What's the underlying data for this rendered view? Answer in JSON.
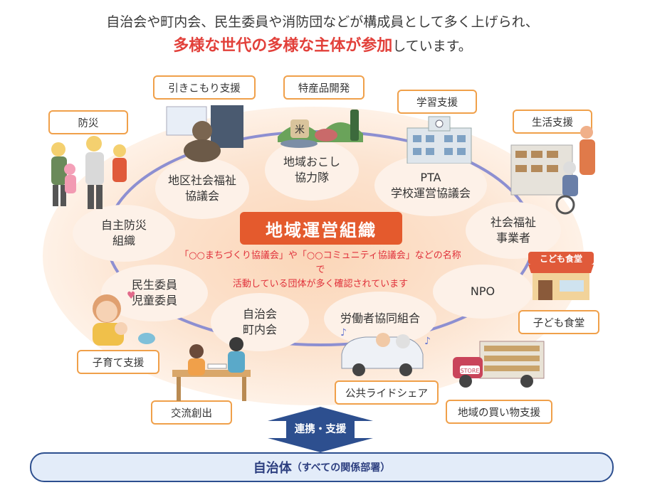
{
  "header": {
    "line1": "自治会や町内会、民生委員や消防団などが構成員として多く上げられ、",
    "line2_emphasis": "多様な世代の多様な主体が参加",
    "line2_rest": "しています。"
  },
  "center": {
    "title": "地域運営組織",
    "note": "「○○まちづくり協議会」や「○○コミュニティ協議会」などの名称で\n活動している団体が多く確認されています"
  },
  "nodes": {
    "chiku": "地区社会福祉\n協議会",
    "chiiki_okoshi": "地域おこし\n協力隊",
    "pta": "PTA\n学校運営協議会",
    "shakai_fukushi": "社会福祉\n事業者",
    "npo": "NPO",
    "rodosha": "労働者協同組合",
    "jichikai": "自治会\n町内会",
    "minsei": "民生委員\n児童委員",
    "jishu_bosai": "自主防災\n組織"
  },
  "tags": {
    "bosai": "防災",
    "hikikomori": "引きこもり支援",
    "tokusanhin": "特産品開発",
    "gakushu": "学習支援",
    "seikatsu": "生活支援",
    "kodomo_shokudo": "子ども食堂",
    "kaimono": "地域の買い物支援",
    "ride_share": "公共ライドシェア",
    "koryu": "交流創出",
    "kosodate": "子育て支援"
  },
  "illustration_text": {
    "kodomo_sign": "こども食堂",
    "store_sign": "STORE",
    "rice_mark": "米"
  },
  "arrow": {
    "label": "連携・支援"
  },
  "footer": {
    "main": "自治体",
    "sub": "（すべての関係部署）"
  },
  "colors": {
    "accent": "#e45a2d",
    "emphasis": "#e2403a",
    "tag_border": "#f0a04a",
    "ring": "#8d8fd1",
    "band_border": "#2d4f8f",
    "arrow": "#2d4f8f"
  }
}
